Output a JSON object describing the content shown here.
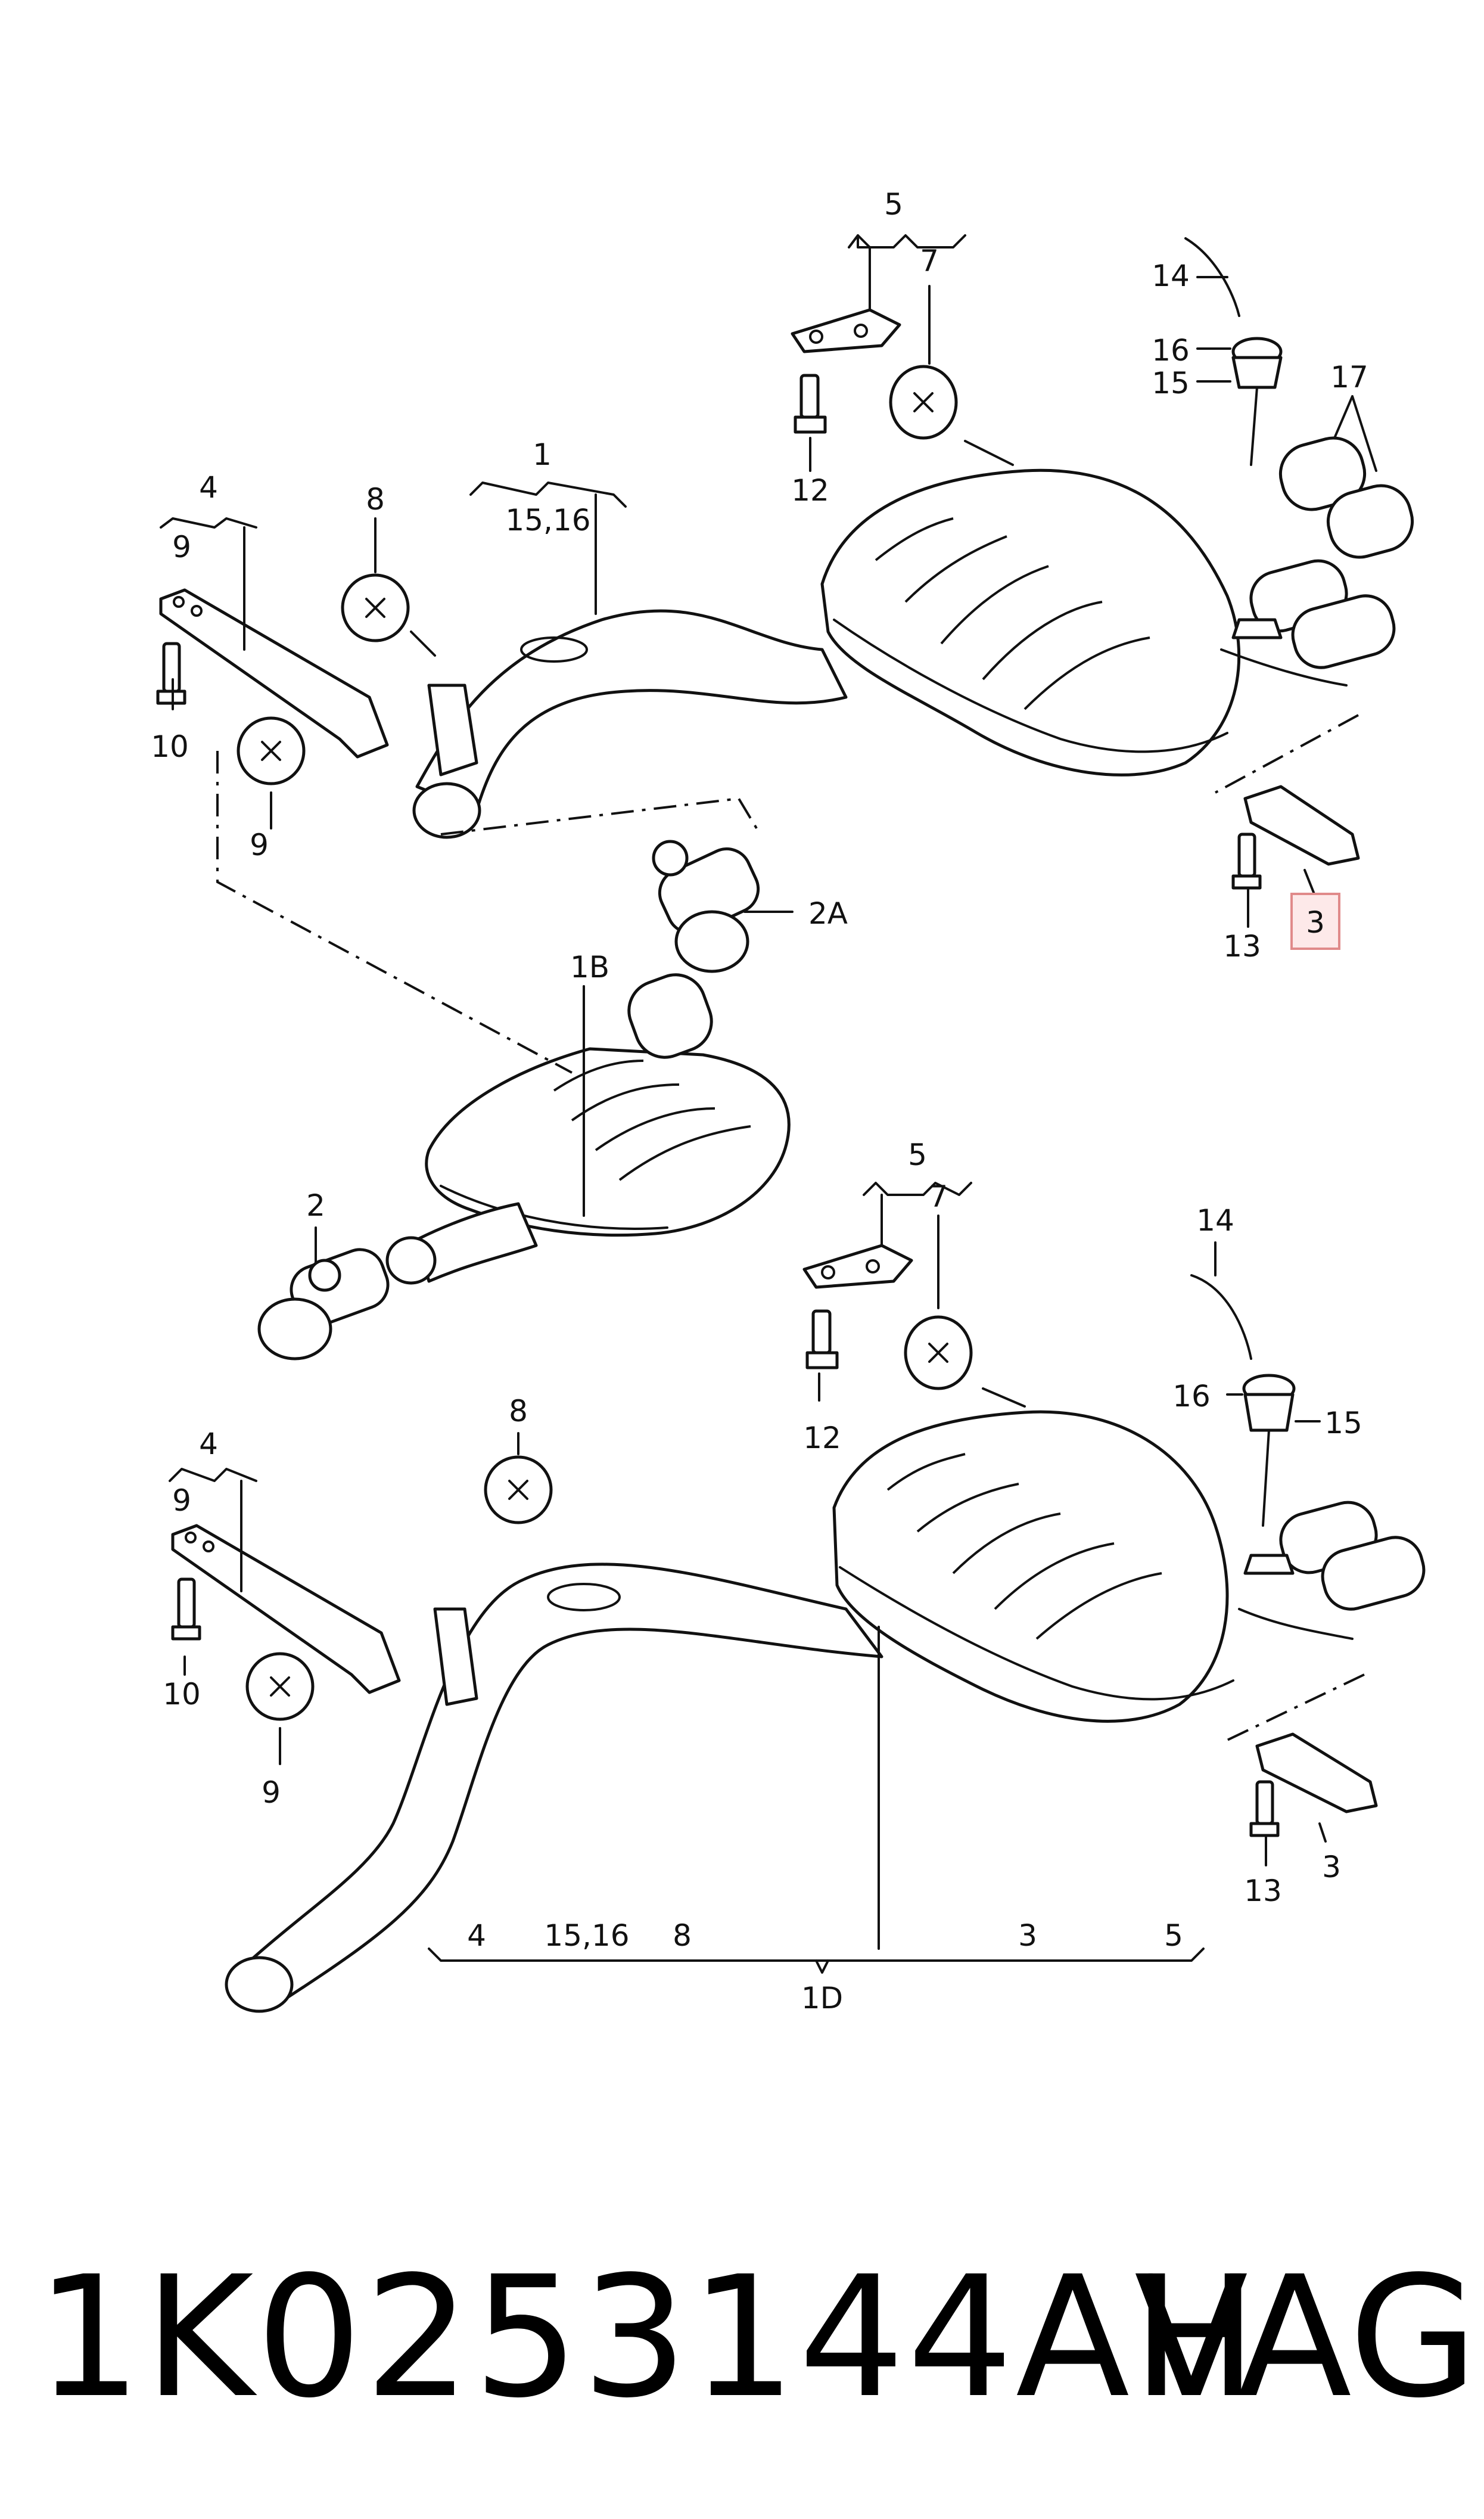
{
  "callouts": {
    "top": {
      "c5": "5",
      "c7": "7",
      "c14": "14",
      "c16": "16",
      "c15": "15",
      "c17": "17",
      "c1": "1",
      "c1516": "15,16",
      "c4": "4",
      "c9a": "9",
      "c8": "8",
      "c12": "12",
      "c10": "10",
      "c9b": "9",
      "c13": "13",
      "c3": "3",
      "c2A": "2A"
    },
    "middle": {
      "c1B": "1B",
      "c2": "2"
    },
    "bottom": {
      "c5": "5",
      "c7": "7",
      "c14": "14",
      "c12": "12",
      "c16": "16",
      "c15": "15",
      "c8": "8",
      "c4": "4",
      "c9a": "9",
      "c10": "10",
      "c9b": "9",
      "c13": "13",
      "c3": "3"
    },
    "set": {
      "s4": "4",
      "s1516": "15,16",
      "s8": "8",
      "s3": "3",
      "s5": "5",
      "s1D": "1D"
    }
  },
  "highlight_color": "#fde9e9",
  "footer": {
    "part_number": "1K0253144AH",
    "brand": "VAG"
  }
}
